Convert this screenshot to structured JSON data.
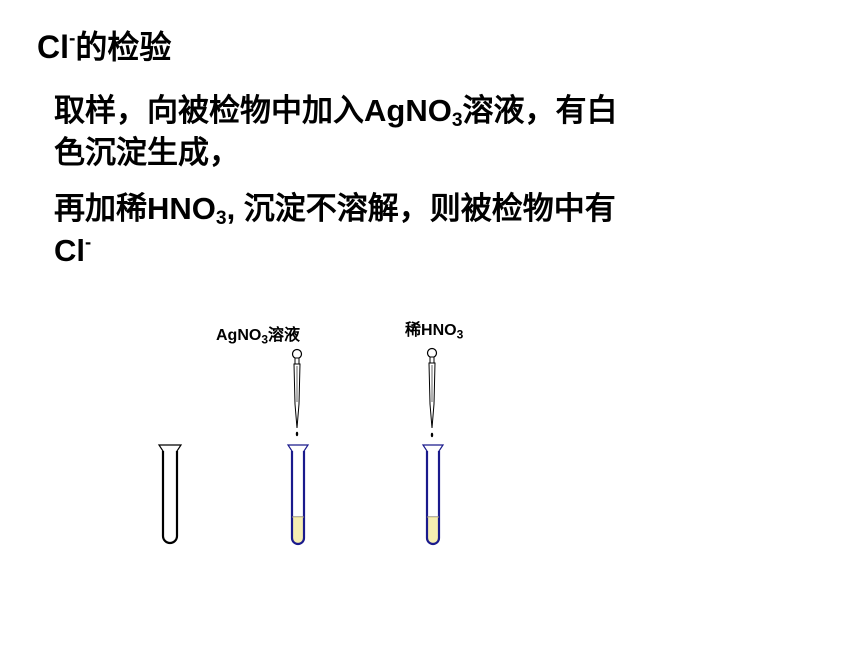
{
  "title": {
    "prefix": "Cl",
    "superscript": "-",
    "suffix": "的检验"
  },
  "paragraph1": {
    "line1_part1": "取样，向被检物中加入",
    "line1_chem": "AgNO",
    "line1_sub": "3",
    "line1_part2": "溶液，有白",
    "line2": "色沉淀生成，"
  },
  "paragraph2": {
    "line1_part1": "再加稀",
    "line1_chem": "HNO",
    "line1_sub": "3",
    "line1_part2": ", 沉淀不溶解，则被检物中有",
    "line2_chem": "Cl",
    "line2_sup": "-"
  },
  "labels": {
    "dropper1": {
      "chem": "AgNO",
      "sub": "3",
      "suffix": "溶液"
    },
    "dropper2": {
      "prefix": "稀",
      "chem": "HNO",
      "sub": "3"
    }
  },
  "colors": {
    "text": "#000000",
    "tube_outline_empty": "#000000",
    "tube_outline_filled": "#1a1a8c",
    "solution_fill": "#f6eeb2"
  }
}
